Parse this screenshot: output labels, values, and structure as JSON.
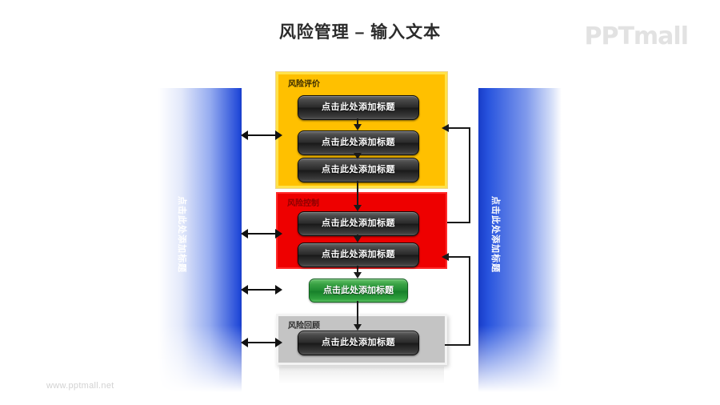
{
  "slide": {
    "title": "风险管理 – 输入文本",
    "brand_logo": "PPTmall",
    "footer_url": "www.pptmall.net",
    "accent_colors": {
      "assess_yellow": "#ffc000",
      "assess_yellow_border": "#ffe24a",
      "control_red": "#ee0000",
      "control_red_border": "#ff2b2b",
      "review_gray": "#c4c4c4",
      "review_gray_border": "#f3f3f3",
      "action_green": "#1f8a31",
      "panel_blue": "#1e48c8",
      "node_dark": "#2a2a2a",
      "title_text": "#2b2b2b",
      "logo_gray": "#e2e2e2",
      "footer_gray": "#d2d2d2"
    }
  },
  "side_panels": {
    "left": {
      "label": "点击此处添加标题"
    },
    "right": {
      "label": "点击此处添加标题"
    }
  },
  "stages": [
    {
      "id": "assess",
      "label": "风险评价",
      "nodes": [
        {
          "id": "a1",
          "label": "点击此处添加标题"
        },
        {
          "id": "a2",
          "label": "点击此处添加标题"
        },
        {
          "id": "a3",
          "label": "点击此处添加标题"
        }
      ]
    },
    {
      "id": "control",
      "label": "风险控制",
      "nodes": [
        {
          "id": "c1",
          "label": "点击此处添加标题"
        },
        {
          "id": "c2",
          "label": "点击此处添加标题"
        }
      ]
    },
    {
      "id": "review",
      "label": "风险回顾",
      "nodes": [
        {
          "id": "r1",
          "label": "点击此处添加标题"
        }
      ]
    }
  ],
  "action_node": {
    "id": "green",
    "label": "点击此处添加标题"
  },
  "icons": {
    "double_arrow": "double-headed-arrow-icon",
    "down_arrow": "down-arrow-icon",
    "feedback_loop": "feedback-loop-arrow-icon"
  }
}
